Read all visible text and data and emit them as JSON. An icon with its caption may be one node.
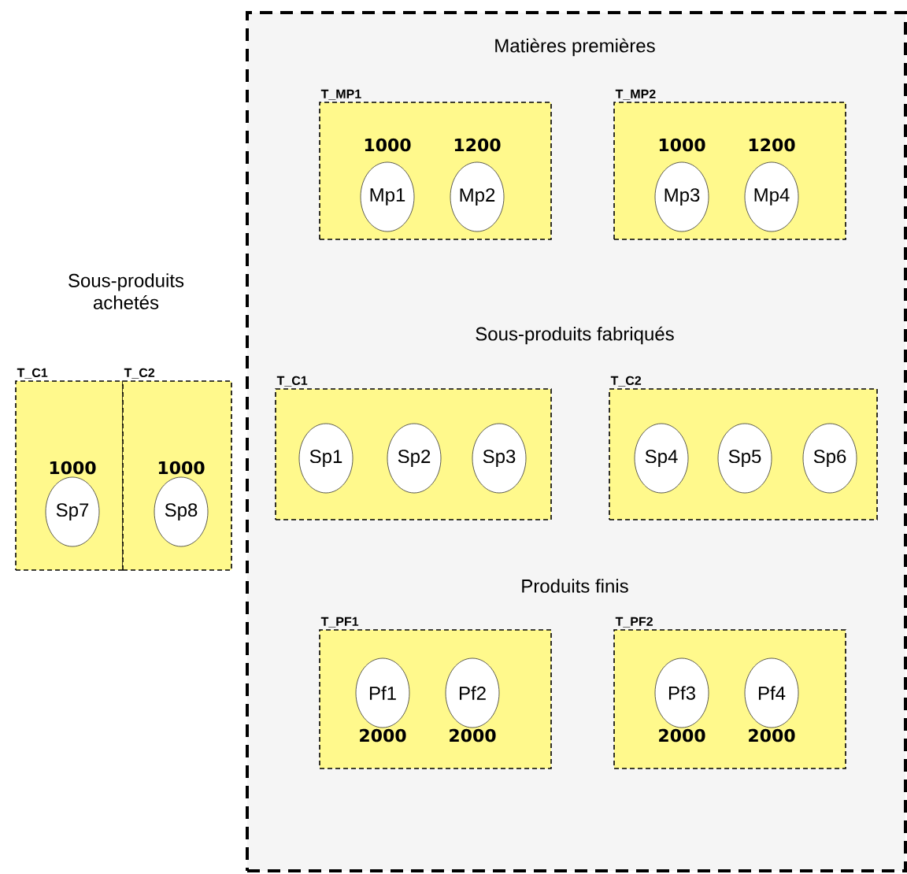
{
  "diagram": {
    "nodes": [
      {
        "text": [
          "Matières premières",
          "Sous-produits fabriqués",
          "Produits finis"
        ]
      },
      {
        "text": [
          "T_MP1"
        ],
        "in": 0
      },
      {
        "text": [
          "Mp1"
        ],
        "in": 1,
        "beside": [
          "1000"
        ]
      },
      {
        "text": [
          "Mp2"
        ],
        "in": 1,
        "beside": [
          "1200"
        ]
      },
      {
        "text": [
          "T_MP2"
        ],
        "in": 0
      },
      {
        "text": [
          "Mp3"
        ],
        "in": 4,
        "beside": [
          "1000"
        ]
      },
      {
        "text": [
          "Mp4"
        ],
        "in": 4,
        "beside": [
          "1200"
        ]
      },
      {
        "text": [
          "T_C1"
        ],
        "in": 0
      },
      {
        "text": [
          "Sp1"
        ],
        "in": 7
      },
      {
        "text": [
          "Sp2"
        ],
        "in": 7
      },
      {
        "text": [
          "Sp3"
        ],
        "in": 7
      },
      {
        "text": [
          "T_C2"
        ],
        "in": 0
      },
      {
        "text": [
          "Sp4"
        ],
        "in": 11
      },
      {
        "text": [
          "Sp5"
        ],
        "in": 11
      },
      {
        "text": [
          "Sp6"
        ],
        "in": 11
      },
      {
        "text": [
          "T_PF1"
        ],
        "in": 0
      },
      {
        "text": [
          "Pf1"
        ],
        "in": 15,
        "beside": [
          "2000"
        ]
      },
      {
        "text": [
          "Pf2"
        ],
        "in": 15,
        "beside": [
          "2000"
        ]
      },
      {
        "text": [
          "T_PF2"
        ],
        "in": 0
      },
      {
        "text": [
          "Pf3"
        ],
        "in": 18,
        "beside": [
          "2000"
        ]
      },
      {
        "text": [
          "Pf4"
        ],
        "in": 18,
        "beside": [
          "2000"
        ]
      },
      {
        "text": [
          "T_C1"
        ]
      },
      {
        "text": [
          "Sp7"
        ],
        "in": 21,
        "beside": [
          "1000"
        ]
      },
      {
        "text": [
          "T_C2"
        ]
      },
      {
        "text": [
          "Sp8"
        ],
        "in": 23,
        "beside": [
          "1000"
        ]
      }
    ],
    "labels": [
      "Sous-produits achetés"
    ]
  }
}
